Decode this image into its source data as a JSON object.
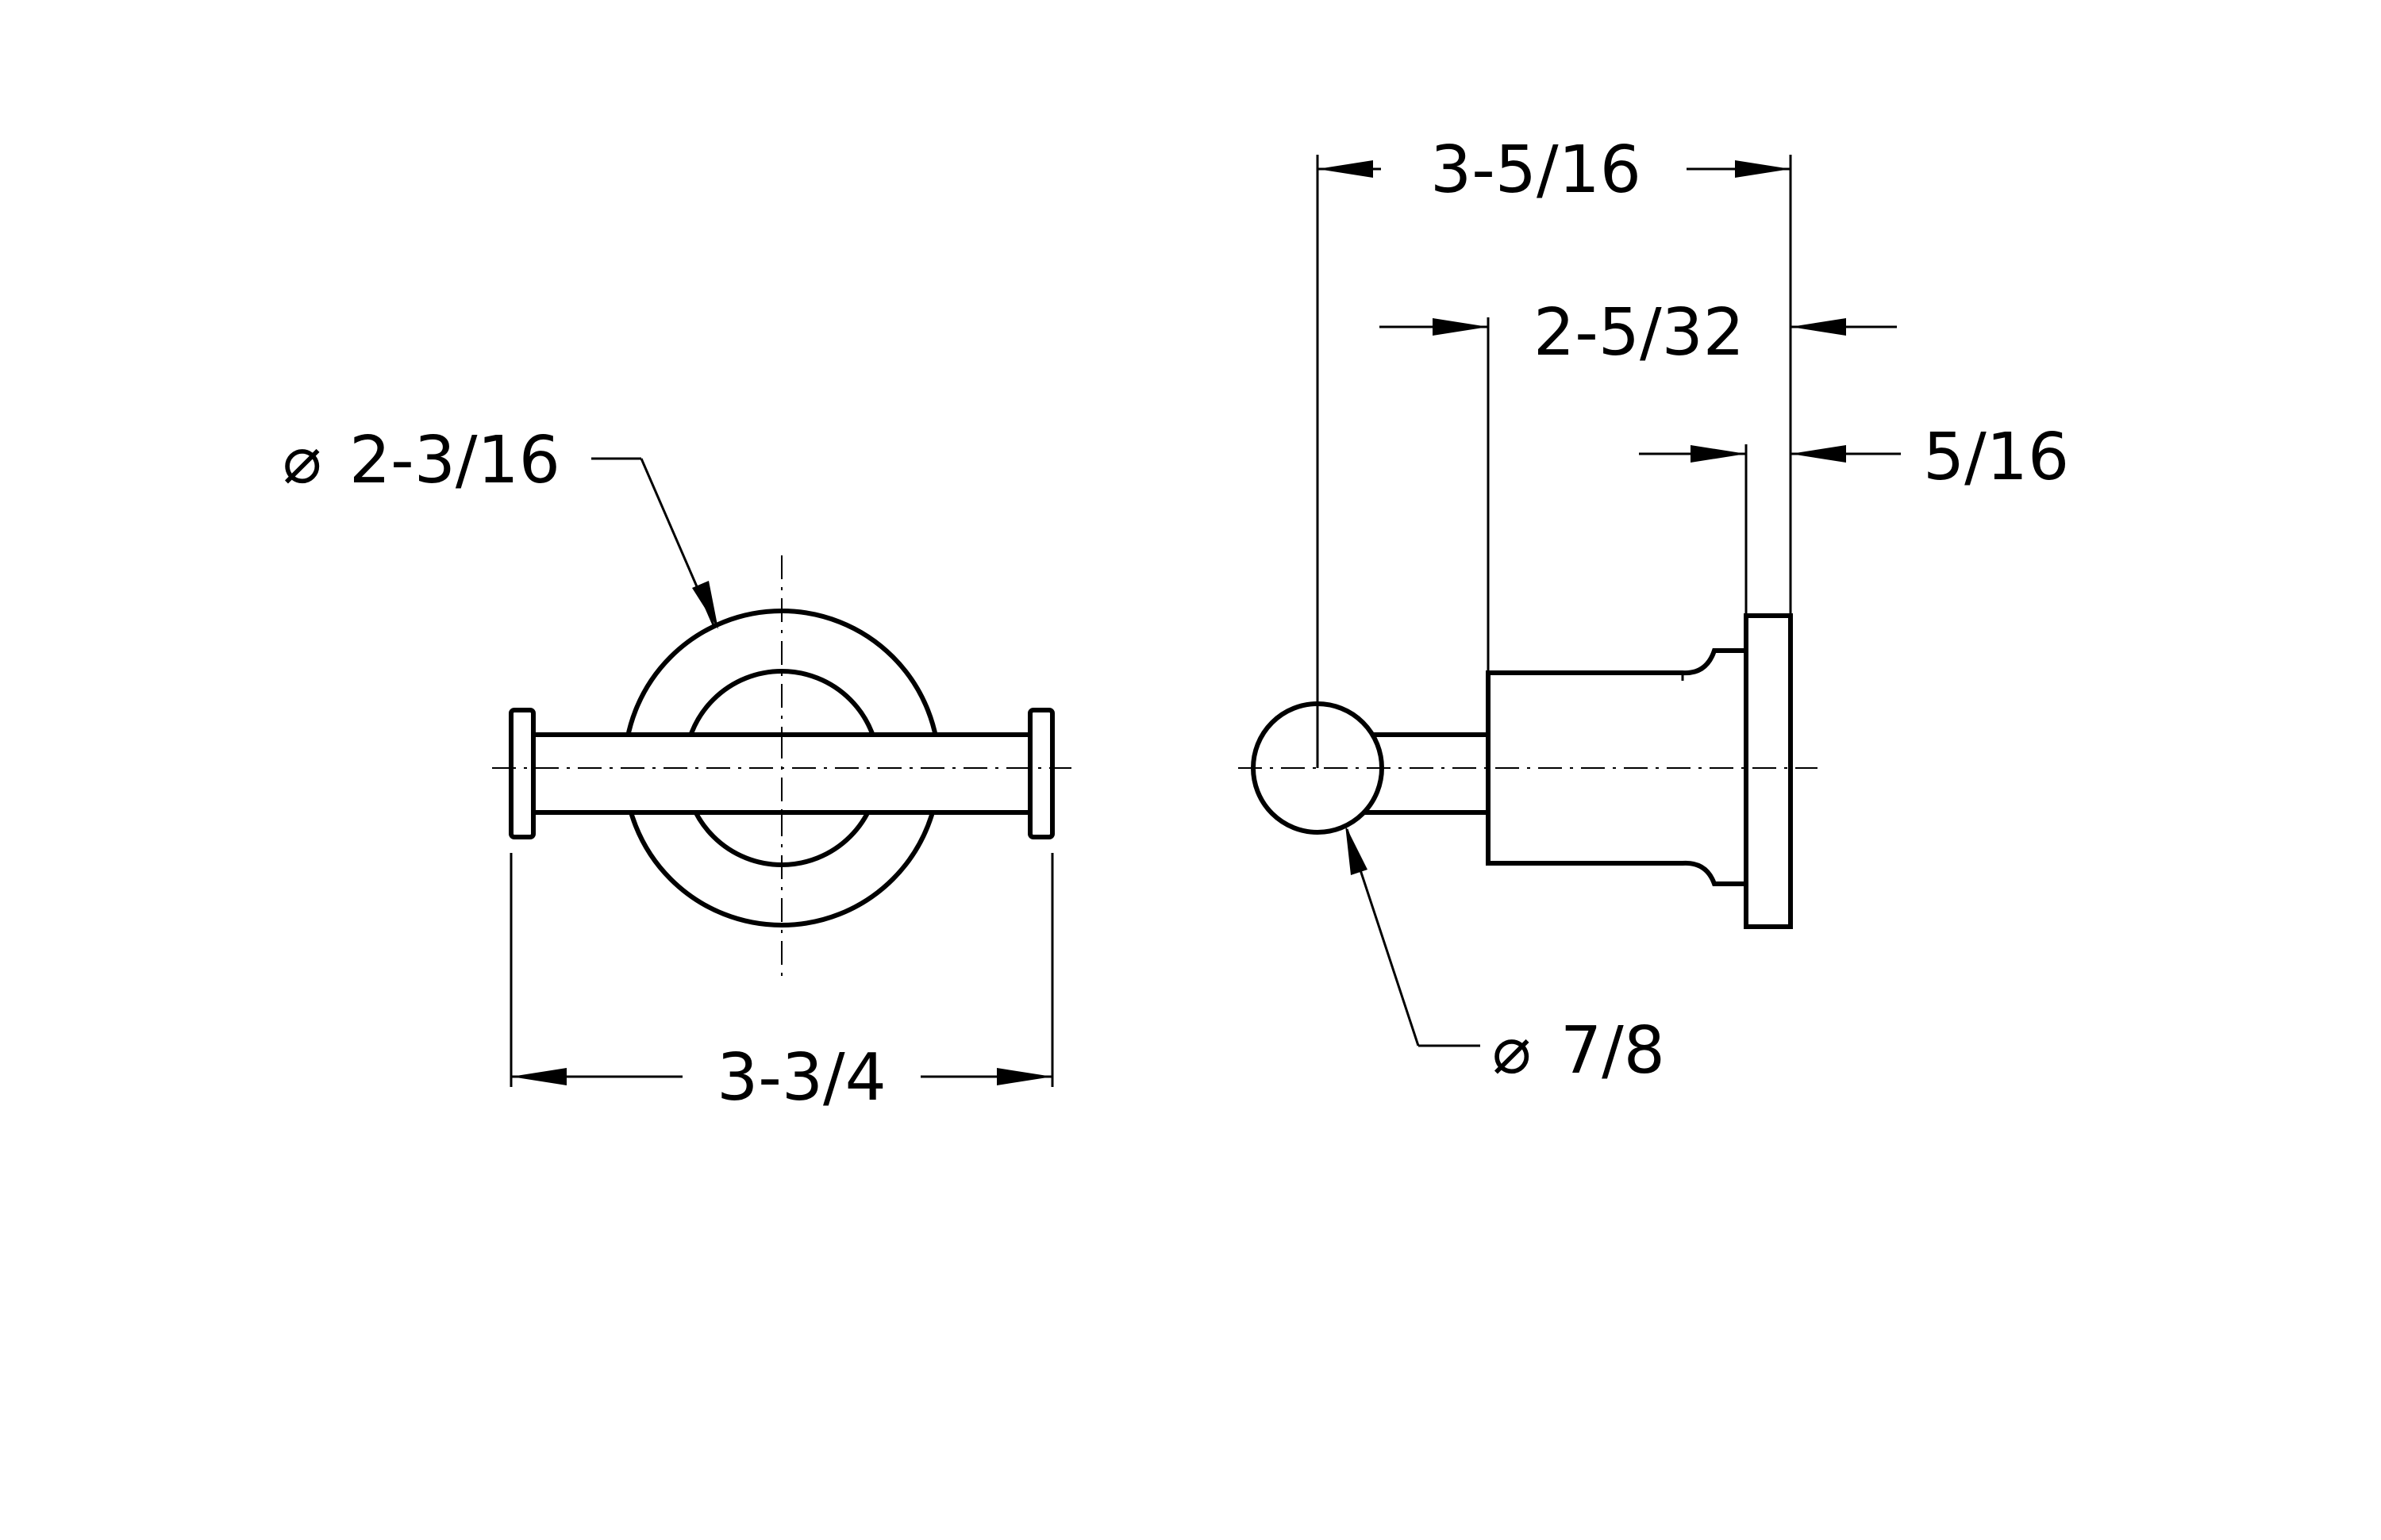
{
  "diagram": {
    "dimensions": {
      "overall_depth": "3-5/16",
      "body_depth": "2-5/32",
      "flange_thickness": "5/16",
      "flange_diameter": "2-3/16",
      "overall_width": "3-3/4",
      "knob_diameter": "7/8"
    },
    "diameter_symbol": "⌀"
  }
}
